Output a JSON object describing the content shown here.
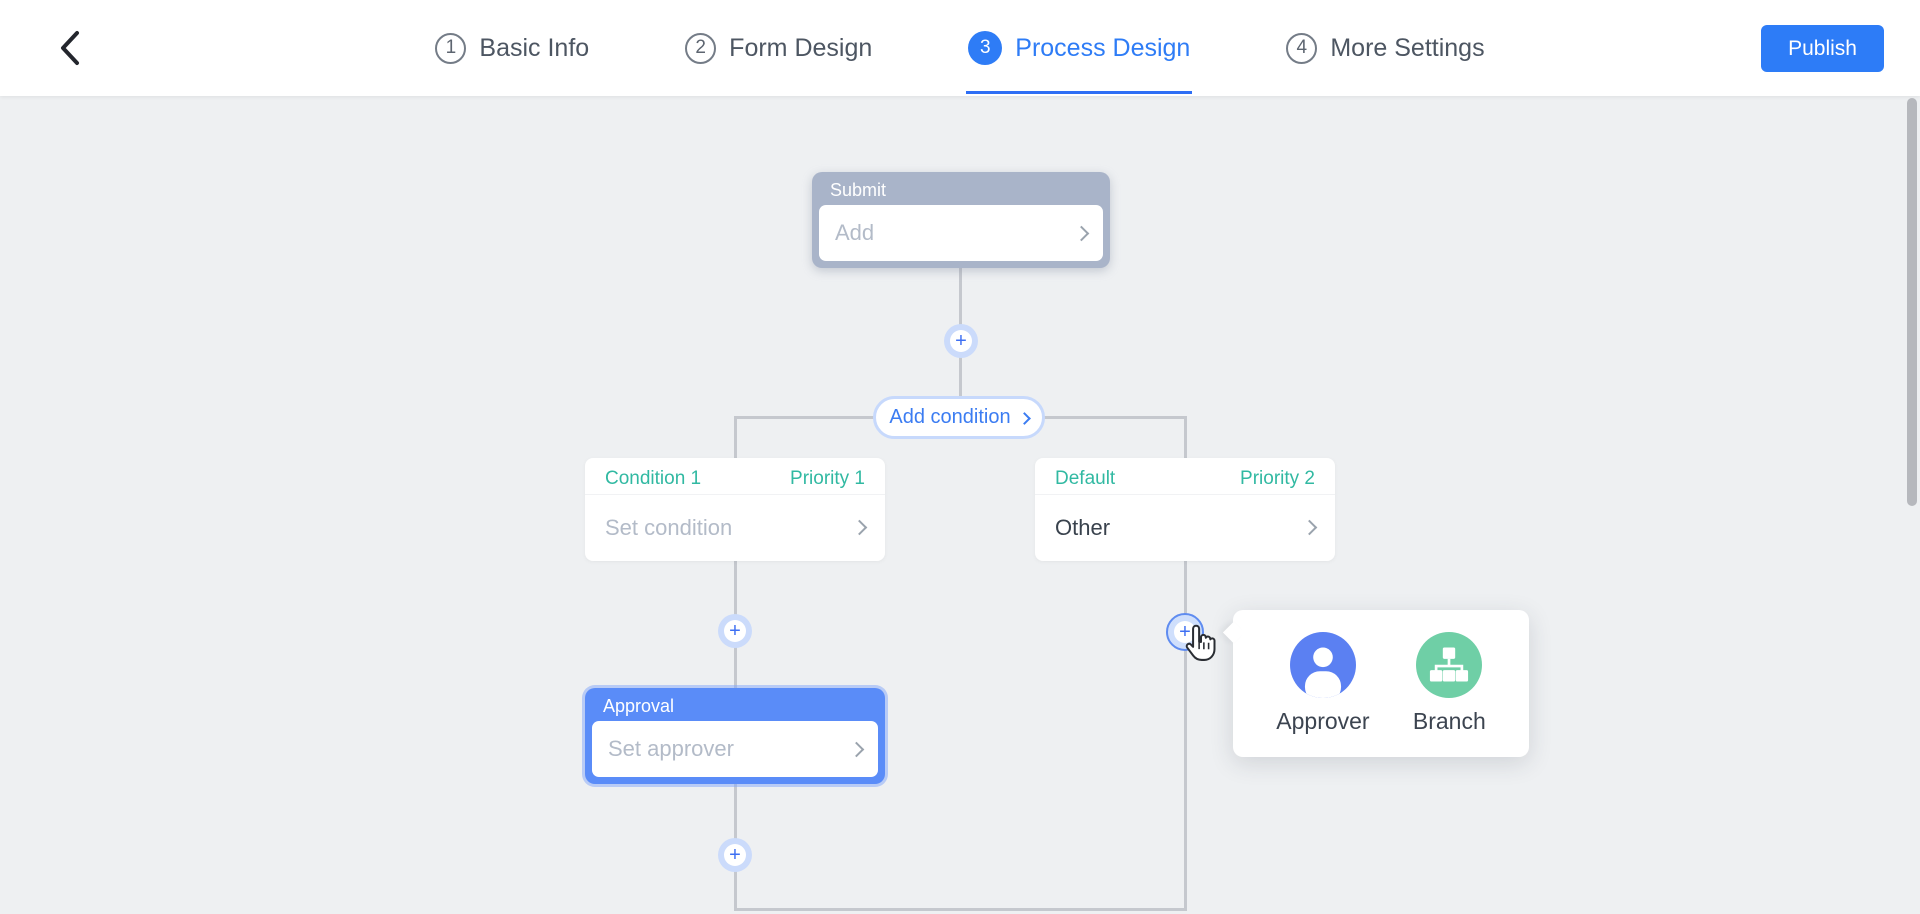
{
  "header": {
    "steps": [
      {
        "num": "1",
        "label": "Basic Info"
      },
      {
        "num": "2",
        "label": "Form Design"
      },
      {
        "num": "3",
        "label": "Process Design"
      },
      {
        "num": "4",
        "label": "More Settings"
      }
    ],
    "publish_label": "Publish"
  },
  "flow": {
    "submit_node": {
      "title": "Submit",
      "value": "Add"
    },
    "add_condition_label": "Add condition",
    "condition_node": {
      "title": "Condition 1",
      "priority": "Priority 1",
      "value": "Set condition"
    },
    "default_node": {
      "title": "Default",
      "priority": "Priority 2",
      "value": "Other"
    },
    "approval_node": {
      "title": "Approval",
      "value": "Set approver"
    },
    "plus_glyph": "+",
    "popover": {
      "items": [
        {
          "label": "Approver"
        },
        {
          "label": "Branch"
        }
      ]
    }
  },
  "colors": {
    "accent_blue": "#2e7cf6",
    "node_submit": "#a9b4c9",
    "node_approval": "#5a8cf8",
    "teal_label": "#31b9a2",
    "approver_icon_bg": "#5b80f2",
    "branch_icon_bg": "#6fcfa6",
    "line_gray": "#c5c8ce",
    "canvas_bg": "#eef0f2"
  }
}
